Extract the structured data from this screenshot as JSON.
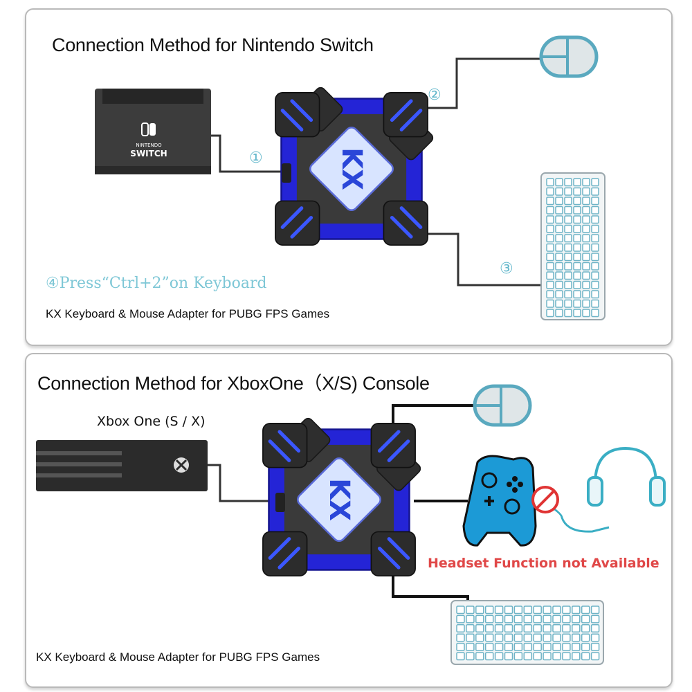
{
  "switch_section": {
    "title": "Connection Method for Nintendo Switch",
    "switch_logo_line1": "NINTENDO",
    "switch_logo_line2": "SWITCH",
    "adapter_label": "KX",
    "port_markers": [
      "①",
      "②",
      "③"
    ],
    "step_instruction": "④Press“Ctrl+2”on Keyboard",
    "caption": "KX Keyboard & Mouse Adapter for PUBG FPS Games"
  },
  "xbox_section": {
    "title": "Connection Method for XboxOne（X/S) Console",
    "console_label": "Xbox One (S / X)",
    "adapter_label": "KX",
    "warning": "Headset Function not Available",
    "caption": "KX Keyboard & Mouse Adapter for PUBG FPS Games"
  },
  "colors": {
    "adapter_blue": "#2424d6",
    "adapter_body": "#3a3a3a",
    "adapter_center": "#d8e4ff",
    "accent_teal": "#62b7cb",
    "warning_red": "#e04848"
  }
}
